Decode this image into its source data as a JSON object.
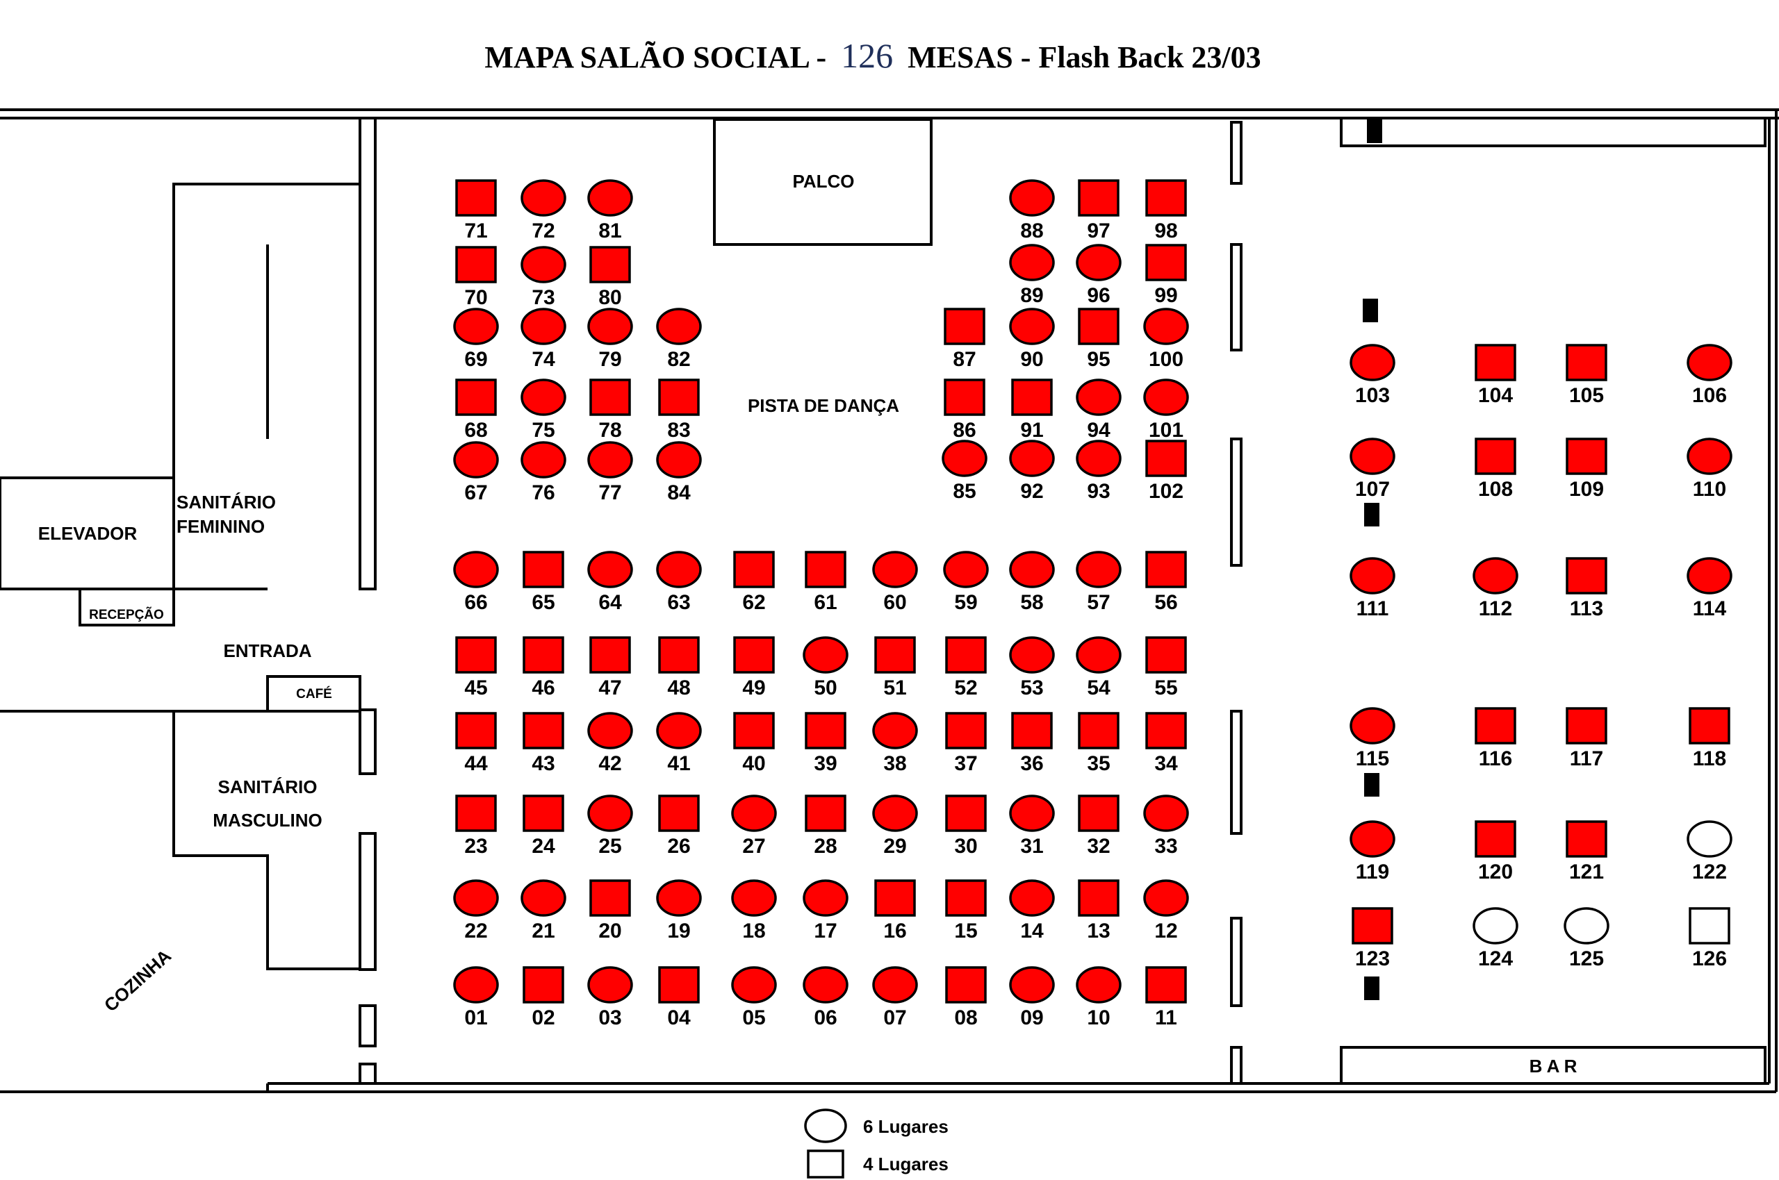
{
  "title": {
    "prefix": "MAPA SALÃO SOCIAL -",
    "count": "126",
    "suffix": "MESAS - Flash Back 23/03"
  },
  "labels": {
    "palco": "PALCO",
    "pista": "PISTA DE DANÇA",
    "elevador": "ELEVADOR",
    "recepcao": "RECEPÇÃO",
    "sanitario_f1": "SANITÁRIO",
    "sanitario_f2": "FEMININO",
    "entrada": "ENTRADA",
    "cafe": "CAFÉ",
    "sanitario_m1": "SANITÁRIO",
    "sanitario_m2": "MASCULINO",
    "cozinha": "COZINHA",
    "bar": "B A R"
  },
  "legend": [
    {
      "shape": "circle",
      "label": "6 Lugares"
    },
    {
      "shape": "square",
      "label": "4 Lugares"
    }
  ],
  "colors": {
    "reserved": "#ff0000",
    "available": "#ffffff",
    "title_count": "#1f2f5a"
  },
  "tables": [
    {
      "n": "01",
      "s": "c",
      "r": true
    },
    {
      "n": "02",
      "s": "s",
      "r": true
    },
    {
      "n": "03",
      "s": "c",
      "r": true
    },
    {
      "n": "04",
      "s": "s",
      "r": true
    },
    {
      "n": "05",
      "s": "c",
      "r": true
    },
    {
      "n": "06",
      "s": "c",
      "r": true
    },
    {
      "n": "07",
      "s": "c",
      "r": true
    },
    {
      "n": "08",
      "s": "s",
      "r": true
    },
    {
      "n": "09",
      "s": "c",
      "r": true
    },
    {
      "n": "10",
      "s": "c",
      "r": true
    },
    {
      "n": "11",
      "s": "s",
      "r": true
    },
    {
      "n": "12",
      "s": "c",
      "r": true
    },
    {
      "n": "13",
      "s": "s",
      "r": true
    },
    {
      "n": "14",
      "s": "c",
      "r": true
    },
    {
      "n": "15",
      "s": "s",
      "r": true
    },
    {
      "n": "16",
      "s": "s",
      "r": true
    },
    {
      "n": "17",
      "s": "c",
      "r": true
    },
    {
      "n": "18",
      "s": "c",
      "r": true
    },
    {
      "n": "19",
      "s": "c",
      "r": true
    },
    {
      "n": "20",
      "s": "s",
      "r": true
    },
    {
      "n": "21",
      "s": "c",
      "r": true
    },
    {
      "n": "22",
      "s": "c",
      "r": true
    },
    {
      "n": "23",
      "s": "s",
      "r": true
    },
    {
      "n": "24",
      "s": "s",
      "r": true
    },
    {
      "n": "25",
      "s": "c",
      "r": true
    },
    {
      "n": "26",
      "s": "s",
      "r": true
    },
    {
      "n": "27",
      "s": "c",
      "r": true
    },
    {
      "n": "28",
      "s": "s",
      "r": true
    },
    {
      "n": "29",
      "s": "c",
      "r": true
    },
    {
      "n": "30",
      "s": "s",
      "r": true
    },
    {
      "n": "31",
      "s": "c",
      "r": true
    },
    {
      "n": "32",
      "s": "s",
      "r": true
    },
    {
      "n": "33",
      "s": "c",
      "r": true
    },
    {
      "n": "34",
      "s": "s",
      "r": true
    },
    {
      "n": "35",
      "s": "s",
      "r": true
    },
    {
      "n": "36",
      "s": "s",
      "r": true
    },
    {
      "n": "37",
      "s": "s",
      "r": true
    },
    {
      "n": "38",
      "s": "c",
      "r": true
    },
    {
      "n": "39",
      "s": "s",
      "r": true
    },
    {
      "n": "40",
      "s": "s",
      "r": true
    },
    {
      "n": "41",
      "s": "c",
      "r": true
    },
    {
      "n": "42",
      "s": "c",
      "r": true
    },
    {
      "n": "43",
      "s": "s",
      "r": true
    },
    {
      "n": "44",
      "s": "s",
      "r": true
    },
    {
      "n": "45",
      "s": "s",
      "r": true
    },
    {
      "n": "46",
      "s": "s",
      "r": true
    },
    {
      "n": "47",
      "s": "s",
      "r": true
    },
    {
      "n": "48",
      "s": "s",
      "r": true
    },
    {
      "n": "49",
      "s": "s",
      "r": true
    },
    {
      "n": "50",
      "s": "c",
      "r": true
    },
    {
      "n": "51",
      "s": "s",
      "r": true
    },
    {
      "n": "52",
      "s": "s",
      "r": true
    },
    {
      "n": "53",
      "s": "c",
      "r": true
    },
    {
      "n": "54",
      "s": "c",
      "r": true
    },
    {
      "n": "55",
      "s": "s",
      "r": true
    },
    {
      "n": "56",
      "s": "s",
      "r": true
    },
    {
      "n": "57",
      "s": "c",
      "r": true
    },
    {
      "n": "58",
      "s": "c",
      "r": true
    },
    {
      "n": "59",
      "s": "c",
      "r": true
    },
    {
      "n": "60",
      "s": "c",
      "r": true
    },
    {
      "n": "61",
      "s": "s",
      "r": true
    },
    {
      "n": "62",
      "s": "s",
      "r": true
    },
    {
      "n": "63",
      "s": "c",
      "r": true
    },
    {
      "n": "64",
      "s": "c",
      "r": true
    },
    {
      "n": "65",
      "s": "s",
      "r": true
    },
    {
      "n": "66",
      "s": "c",
      "r": true
    },
    {
      "n": "67",
      "s": "c",
      "r": true
    },
    {
      "n": "68",
      "s": "s",
      "r": true
    },
    {
      "n": "69",
      "s": "c",
      "r": true
    },
    {
      "n": "70",
      "s": "s",
      "r": true
    },
    {
      "n": "71",
      "s": "s",
      "r": true
    },
    {
      "n": "72",
      "s": "c",
      "r": true
    },
    {
      "n": "73",
      "s": "c",
      "r": true
    },
    {
      "n": "74",
      "s": "c",
      "r": true
    },
    {
      "n": "75",
      "s": "c",
      "r": true
    },
    {
      "n": "76",
      "s": "c",
      "r": true
    },
    {
      "n": "77",
      "s": "c",
      "r": true
    },
    {
      "n": "78",
      "s": "s",
      "r": true
    },
    {
      "n": "79",
      "s": "c",
      "r": true
    },
    {
      "n": "80",
      "s": "s",
      "r": true
    },
    {
      "n": "81",
      "s": "c",
      "r": true
    },
    {
      "n": "82",
      "s": "c",
      "r": true
    },
    {
      "n": "83",
      "s": "s",
      "r": true
    },
    {
      "n": "84",
      "s": "c",
      "r": true
    },
    {
      "n": "85",
      "s": "c",
      "r": true
    },
    {
      "n": "86",
      "s": "s",
      "r": true
    },
    {
      "n": "87",
      "s": "s",
      "r": true
    },
    {
      "n": "88",
      "s": "c",
      "r": true
    },
    {
      "n": "89",
      "s": "c",
      "r": true
    },
    {
      "n": "90",
      "s": "c",
      "r": true
    },
    {
      "n": "91",
      "s": "s",
      "r": true
    },
    {
      "n": "92",
      "s": "c",
      "r": true
    },
    {
      "n": "93",
      "s": "c",
      "r": true
    },
    {
      "n": "94",
      "s": "c",
      "r": true
    },
    {
      "n": "95",
      "s": "s",
      "r": true
    },
    {
      "n": "96",
      "s": "c",
      "r": true
    },
    {
      "n": "97",
      "s": "s",
      "r": true
    },
    {
      "n": "98",
      "s": "s",
      "r": true
    },
    {
      "n": "99",
      "s": "s",
      "r": true
    },
    {
      "n": "100",
      "s": "c",
      "r": true
    },
    {
      "n": "101",
      "s": "c",
      "r": true
    },
    {
      "n": "102",
      "s": "s",
      "r": true
    },
    {
      "n": "103",
      "s": "c",
      "r": true
    },
    {
      "n": "104",
      "s": "s",
      "r": true
    },
    {
      "n": "105",
      "s": "s",
      "r": true
    },
    {
      "n": "106",
      "s": "c",
      "r": true
    },
    {
      "n": "107",
      "s": "c",
      "r": true
    },
    {
      "n": "108",
      "s": "s",
      "r": true
    },
    {
      "n": "109",
      "s": "s",
      "r": true
    },
    {
      "n": "110",
      "s": "c",
      "r": true
    },
    {
      "n": "111",
      "s": "c",
      "r": true
    },
    {
      "n": "112",
      "s": "c",
      "r": true
    },
    {
      "n": "113",
      "s": "s",
      "r": true
    },
    {
      "n": "114",
      "s": "c",
      "r": true
    },
    {
      "n": "115",
      "s": "c",
      "r": true
    },
    {
      "n": "116",
      "s": "s",
      "r": true
    },
    {
      "n": "117",
      "s": "s",
      "r": true
    },
    {
      "n": "118",
      "s": "s",
      "r": true
    },
    {
      "n": "119",
      "s": "c",
      "r": true
    },
    {
      "n": "120",
      "s": "s",
      "r": true
    },
    {
      "n": "121",
      "s": "s",
      "r": true
    },
    {
      "n": "122",
      "s": "c",
      "r": false
    },
    {
      "n": "123",
      "s": "s",
      "r": true
    },
    {
      "n": "124",
      "s": "c",
      "r": false
    },
    {
      "n": "125",
      "s": "c",
      "r": false
    },
    {
      "n": "126",
      "s": "s",
      "r": false
    }
  ]
}
